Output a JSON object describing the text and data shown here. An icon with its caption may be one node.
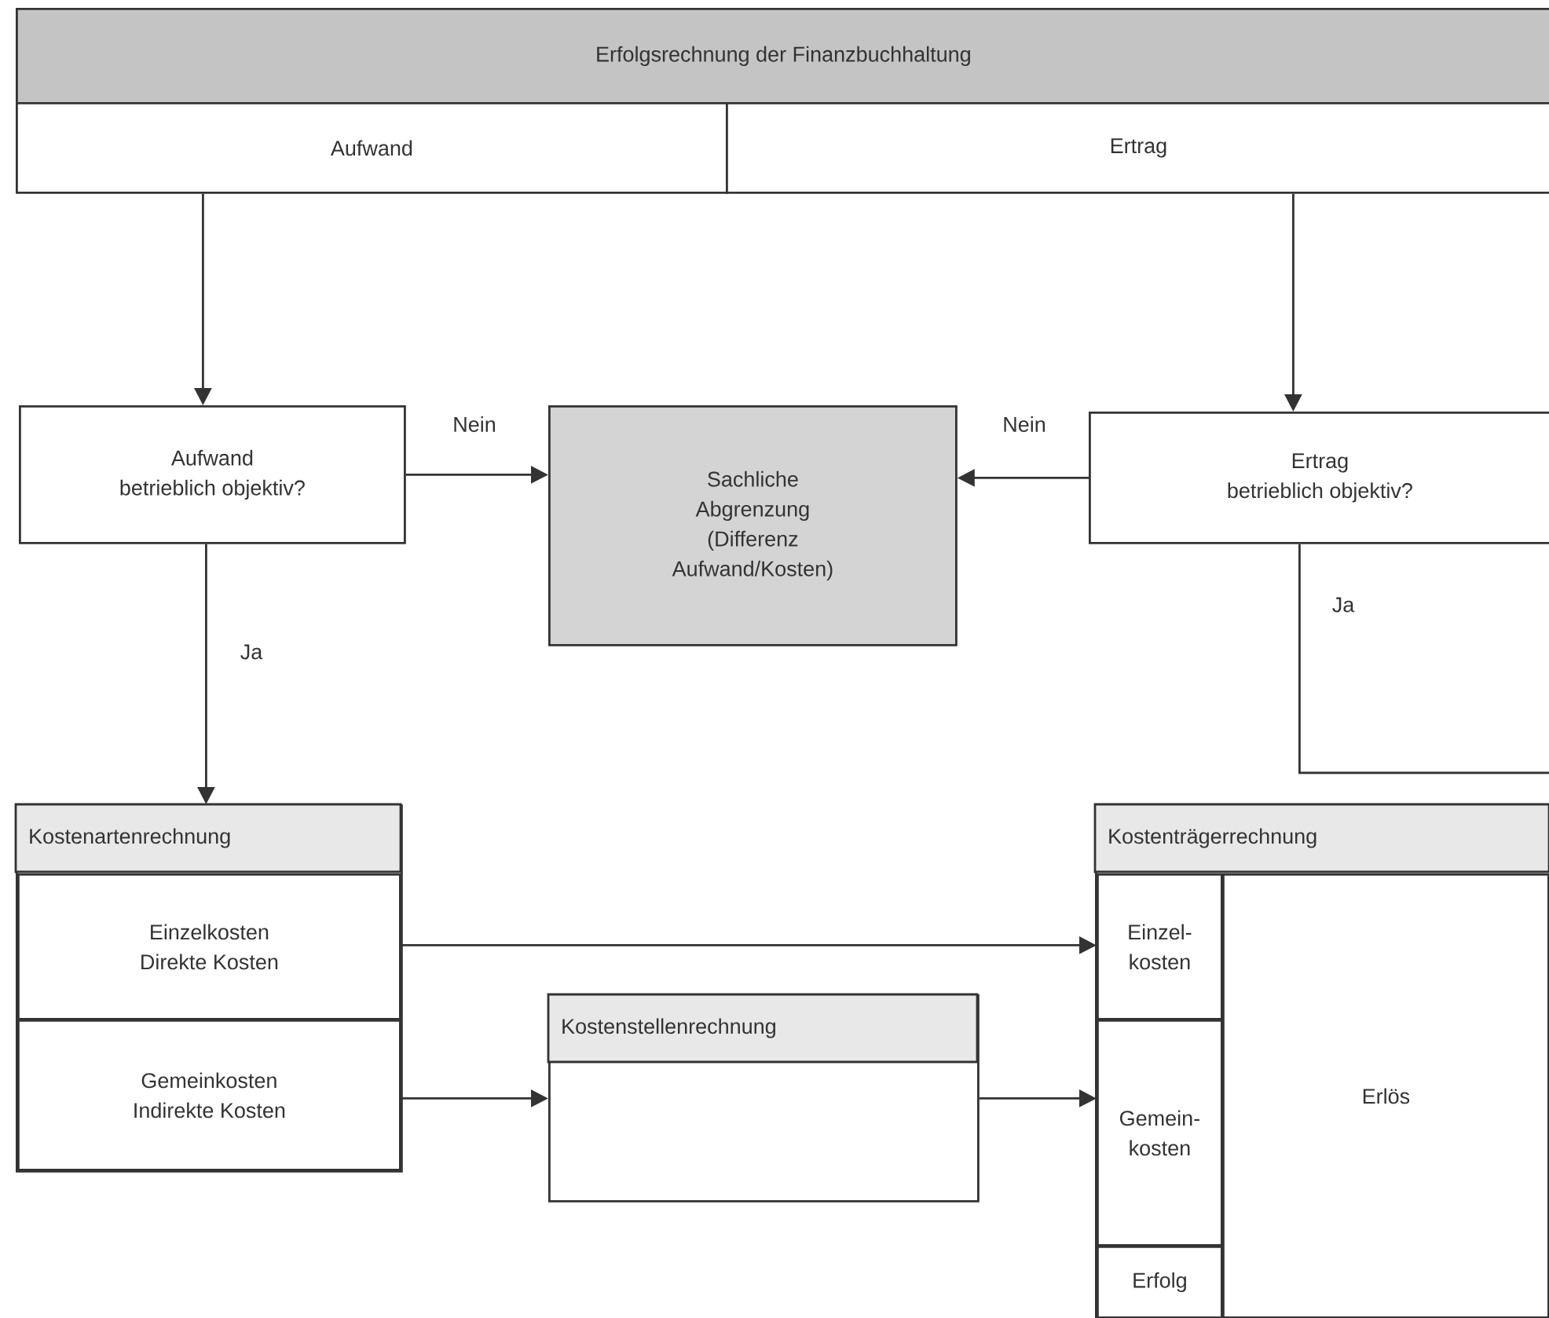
{
  "diagram": {
    "nodes": [
      {
        "text": [
          "Erfolgsrechnung der Finanzbuchhaltung"
        ]
      },
      {
        "text": [
          "Aufwand"
        ]
      },
      {
        "text": [
          "Ertrag"
        ]
      },
      {
        "text": [
          "Aufwand",
          "betrieblich objektiv?"
        ]
      },
      {
        "text": [
          "Sachliche Abgrenzung",
          "(Differenz Aufwand/Kosten)"
        ]
      },
      {
        "text": [
          "Ertrag",
          "betrieblich objektiv?"
        ]
      },
      {
        "text": [
          "Kostenartenrechnung"
        ]
      },
      {
        "text": [
          "Einzelkosten",
          "Direkte Kosten"
        ],
        "in": 6
      },
      {
        "text": [
          "Gemeinkosten",
          "Indirekte Kosten"
        ],
        "in": 6
      },
      {
        "text": [
          "Kostenstellenrechnung"
        ]
      },
      {
        "text": [
          "Kostenträgerrechnung"
        ]
      },
      {
        "text": [
          "Einzel- kosten"
        ],
        "in": 10
      },
      {
        "text": [
          "Gemein- kosten"
        ],
        "in": 10
      },
      {
        "text": [
          "Erfolg"
        ],
        "in": 10
      },
      {
        "text": [
          "Erlös"
        ],
        "in": 10
      }
    ],
    "edges": [
      {
        "from": 1,
        "to": 3,
        "arrow": "to"
      },
      {
        "from": 2,
        "to": 5,
        "arrow": "to"
      },
      {
        "from": 3,
        "to": 4,
        "arrow": "to",
        "label": "Nein"
      },
      {
        "from": 5,
        "to": 4,
        "arrow": "to",
        "label": "Nein"
      },
      {
        "from": 3,
        "to": 6,
        "arrow": "to",
        "label": "Ja"
      },
      {
        "from": 5,
        "to": null,
        "arrow": "none",
        "label": "Ja"
      },
      {
        "from": 7,
        "to": 11,
        "arrow": "to"
      },
      {
        "from": 8,
        "to": 9,
        "arrow": "to"
      },
      {
        "from": 9,
        "to": 12,
        "arrow": "to"
      }
    ]
  }
}
